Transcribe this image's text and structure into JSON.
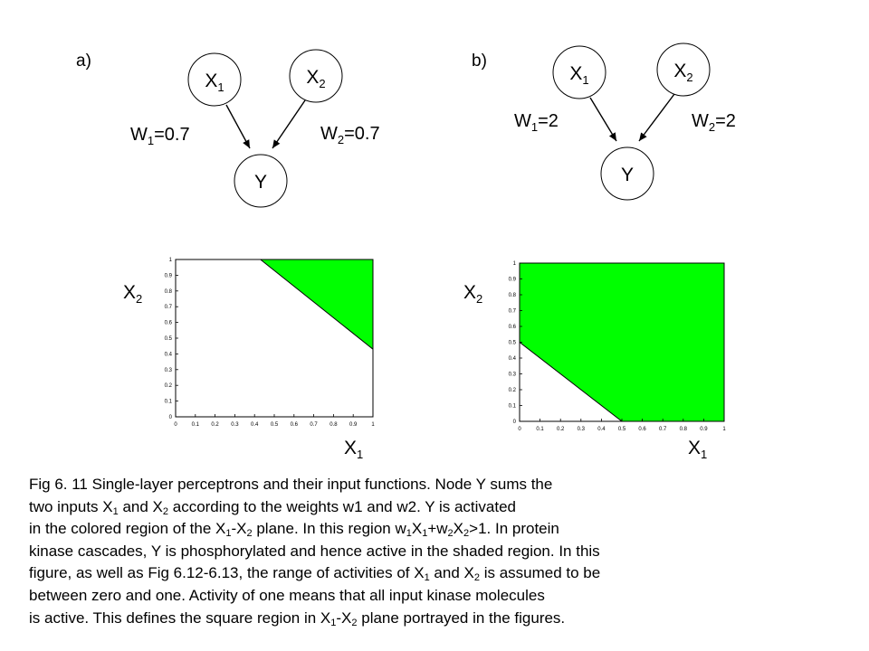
{
  "colors": {
    "region": "#00ff00",
    "stroke": "#000000",
    "background": "#ffffff"
  },
  "panels": [
    {
      "label": "a)",
      "nodes": {
        "x1": {
          "base": "X",
          "sub": "1"
        },
        "x2": {
          "base": "X",
          "sub": "2"
        },
        "y": "Y"
      },
      "weights": [
        {
          "base": "W",
          "sub": "1",
          "value": "=0.7"
        },
        {
          "base": "W",
          "sub": "2",
          "value": "=0.7"
        }
      ]
    },
    {
      "label": "b)",
      "nodes": {
        "x1": {
          "base": "X",
          "sub": "1"
        },
        "x2": {
          "base": "X",
          "sub": "2"
        },
        "y": "Y"
      },
      "weights": [
        {
          "base": "W",
          "sub": "1",
          "value": "=2"
        },
        {
          "base": "W",
          "sub": "2",
          "value": "=2"
        }
      ]
    }
  ],
  "chart_data": [
    {
      "type": "area",
      "xlabel": "X1",
      "ylabel": "X2",
      "xlim": [
        0,
        1
      ],
      "ylim": [
        0,
        1
      ],
      "xticks": [
        "0",
        "0.1",
        "0.2",
        "0.3",
        "0.4",
        "0.5",
        "0.6",
        "0.7",
        "0.8",
        "0.9",
        "1"
      ],
      "yticks": [
        "0",
        "0.1",
        "0.2",
        "0.3",
        "0.4",
        "0.5",
        "0.6",
        "0.7",
        "0.8",
        "0.9",
        "1"
      ],
      "weights": [
        0.7,
        0.7
      ],
      "threshold": 1,
      "boundary": [
        [
          0.43,
          1
        ],
        [
          1,
          0.43
        ]
      ],
      "shaded": "above-boundary"
    },
    {
      "type": "area",
      "xlabel": "X1",
      "ylabel": "X2",
      "xlim": [
        0,
        1
      ],
      "ylim": [
        0,
        1
      ],
      "xticks": [
        "0",
        "0.1",
        "0.2",
        "0.3",
        "0.4",
        "0.5",
        "0.6",
        "0.7",
        "0.8",
        "0.9",
        "1"
      ],
      "yticks": [
        "0",
        "0.1",
        "0.2",
        "0.3",
        "0.4",
        "0.5",
        "0.6",
        "0.7",
        "0.8",
        "0.9",
        "1"
      ],
      "weights": [
        2,
        2
      ],
      "threshold": 1,
      "boundary": [
        [
          0,
          0.5
        ],
        [
          0.5,
          0
        ]
      ],
      "shaded": "above-boundary"
    }
  ],
  "axis_labels": [
    {
      "x": {
        "base": "X",
        "sub": "1"
      },
      "y": {
        "base": "X",
        "sub": "2"
      }
    },
    {
      "x": {
        "base": "X",
        "sub": "1"
      },
      "y": {
        "base": "X",
        "sub": "2"
      }
    }
  ],
  "caption": [
    [
      {
        "t": "Fig 6. 11 Single-layer perceptrons and their input functions. Node Y sums the"
      }
    ],
    [
      {
        "t": "two inputs X"
      },
      {
        "s": "1"
      },
      {
        "t": " and X"
      },
      {
        "s": "2"
      },
      {
        "t": " according to the weights w1 and w2. Y is activated"
      }
    ],
    [
      {
        "t": "in the colored region of the X"
      },
      {
        "s": "1"
      },
      {
        "t": "-X"
      },
      {
        "s": "2"
      },
      {
        "t": " plane. In this region w"
      },
      {
        "s": "1"
      },
      {
        "t": "X"
      },
      {
        "s": "1"
      },
      {
        "t": "+w"
      },
      {
        "s": "2"
      },
      {
        "t": "X"
      },
      {
        "s": "2"
      },
      {
        "t": ">1. In protein"
      }
    ],
    [
      {
        "t": "kinase cascades, Y is phosphorylated and hence active in the shaded region. In this"
      }
    ],
    [
      {
        "t": "figure, as well as Fig 6.12-6.13, the range of activities of X"
      },
      {
        "s": "1"
      },
      {
        "t": " and X"
      },
      {
        "s": "2"
      },
      {
        "t": " is assumed to be"
      }
    ],
    [
      {
        "t": "between zero and one. Activity of one means that all input kinase molecules"
      }
    ],
    [
      {
        "t": "is active. This defines the square region in X"
      },
      {
        "s": "1"
      },
      {
        "t": "-X"
      },
      {
        "s": "2"
      },
      {
        "t": " plane portrayed in the figures."
      }
    ]
  ]
}
